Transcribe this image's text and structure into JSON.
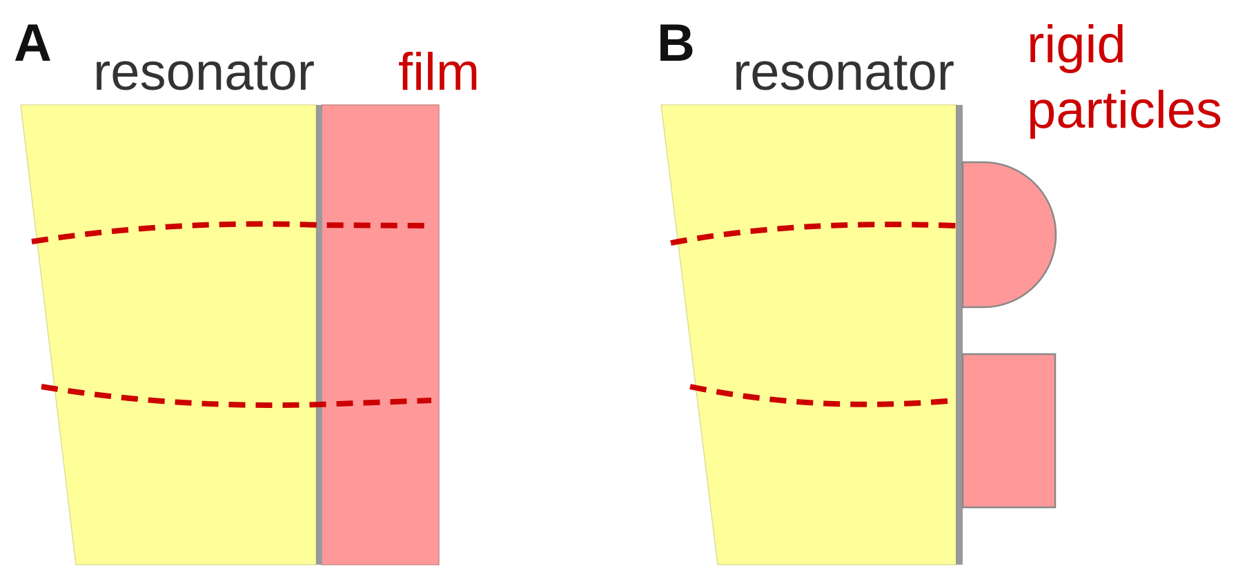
{
  "colors": {
    "resonator_fill": "#ffff99",
    "load_fill": "#ff9999",
    "interface_gray": "#999999",
    "wave_red": "#cc0000",
    "label_dark": "#333333",
    "label_red": "#cc0000",
    "letter": "#111111"
  },
  "panels": [
    {
      "letter": "A",
      "resonator_label": "resonator",
      "load_label_lines": [
        "film"
      ],
      "load_type": "film"
    },
    {
      "letter": "B",
      "resonator_label": "resonator",
      "load_label_lines": [
        "rigid",
        "particles"
      ],
      "load_type": "particles",
      "particle_shapes": [
        "half-disc",
        "rectangle"
      ]
    }
  ],
  "wave_lines": {
    "style": "dashed",
    "count_per_panel": 2
  }
}
